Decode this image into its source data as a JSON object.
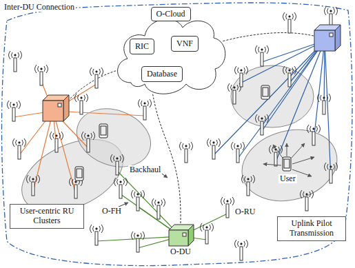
{
  "diagram": {
    "nodes": [
      {
        "text": [
          "O-Cloud"
        ]
      },
      {
        "text": [
          "RIC"
        ],
        "in": 0
      },
      {
        "text": [
          "VNF"
        ],
        "in": 0
      },
      {
        "text": [
          "Database"
        ],
        "in": 0
      },
      {
        "text": [
          "User-centric RU Clusters"
        ]
      },
      {
        "text": [
          "Uplink Pilot Transmission"
        ]
      },
      {
        "text": [
          "O-DU"
        ]
      }
    ],
    "edges": [
      {
        "from": 6,
        "to": 0,
        "arrow": "none"
      }
    ],
    "labels": [
      "Inter-DU Connection",
      "Backhaul",
      "O-FH",
      "O-RU",
      "User"
    ]
  }
}
